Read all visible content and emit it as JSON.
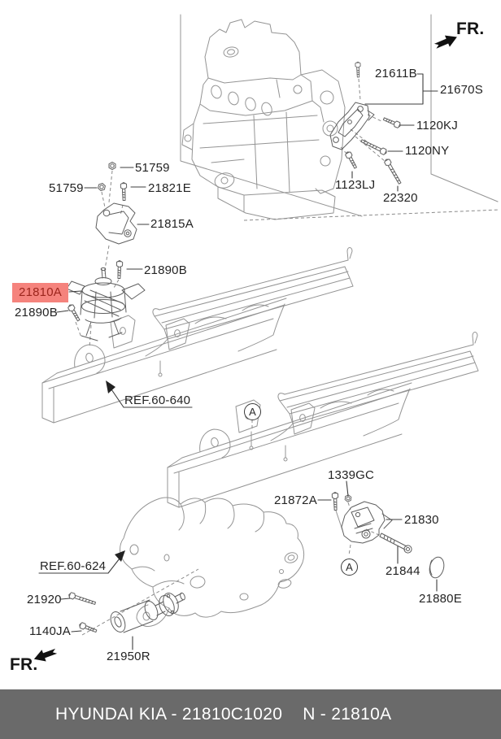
{
  "diagram": {
    "type": "engine-and-transaxle-mounting-parts-diagram",
    "highlighted_part": "21810A",
    "labels": {
      "p51759_top": "51759",
      "p51759_left": "51759",
      "p21821e": "21821E",
      "p21815a": "21815A",
      "p21890b_top": "21890B",
      "p21810a": "21810A",
      "p21890b_left": "21890B",
      "ref_60_640": "REF.60-640",
      "p21611b": "21611B",
      "p21670s": "21670S",
      "p1120kj": "1120KJ",
      "p1120ny": "1120NY",
      "p1123lj": "1123LJ",
      "p22320": "22320",
      "p1339gc": "1339GC",
      "p21872a": "21872A",
      "p21830": "21830",
      "p21844": "21844",
      "p21880e": "21880E",
      "ref_60_624": "REF.60-624",
      "p21920": "21920",
      "p1140ja": "1140JA",
      "p21950r": "21950R"
    },
    "direction_front_top": "FR.",
    "direction_front_bottom": "FR.",
    "view_marker": "A"
  },
  "colors": {
    "background": "#ffffff",
    "art_line": "#949494",
    "part_line": "#5f5f5f",
    "leader_line": "#3c3c3c",
    "label_text": "#232323",
    "highlight_bg": "#f5837d",
    "highlight_text": "#9c261d",
    "footer_bg": "#6a6a6a",
    "footer_text": "#ffffff"
  },
  "footer": {
    "catalog_code": "HYUNDAI  KIA - 21810C1020",
    "part_ref": "N - 21810A"
  }
}
